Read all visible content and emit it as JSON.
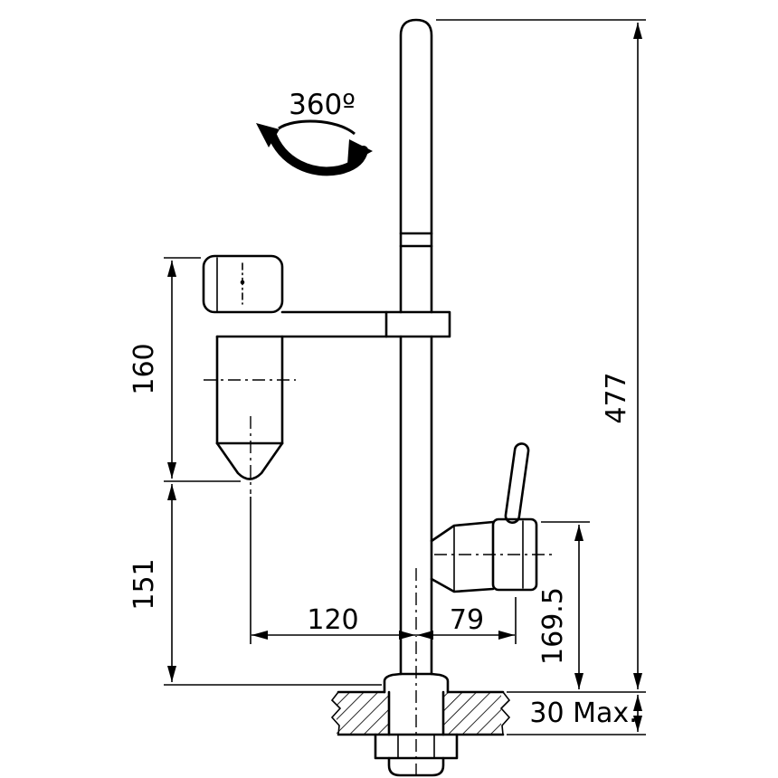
{
  "drawing": {
    "background_color": "#ffffff",
    "line_color": "#000000"
  },
  "labels": {
    "rotation": "360º",
    "dim_filter_height": "160",
    "dim_lower_height": "151",
    "dim_spout_to_filter": "120",
    "dim_spout_to_handle": "79",
    "dim_handle_height": "169.5",
    "dim_total_height": "477",
    "dim_counter_max": "30 Max."
  }
}
